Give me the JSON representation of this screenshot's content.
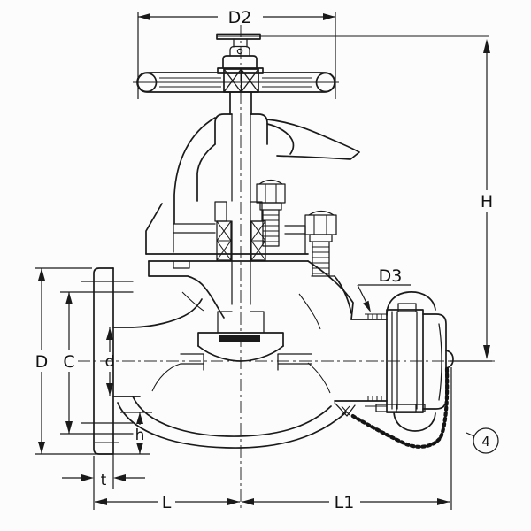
{
  "colors": {
    "background": "#fcfcfc",
    "line": "#1a1a1a"
  },
  "labels": {
    "d2": "D2",
    "h_total": "H",
    "d3": "D3",
    "flange_od": "D",
    "bolt_circle": "C",
    "bore": "d",
    "hole_height": "h",
    "flange_thickness": "t",
    "length_left": "L",
    "length_right": "L1",
    "callout": "4"
  }
}
